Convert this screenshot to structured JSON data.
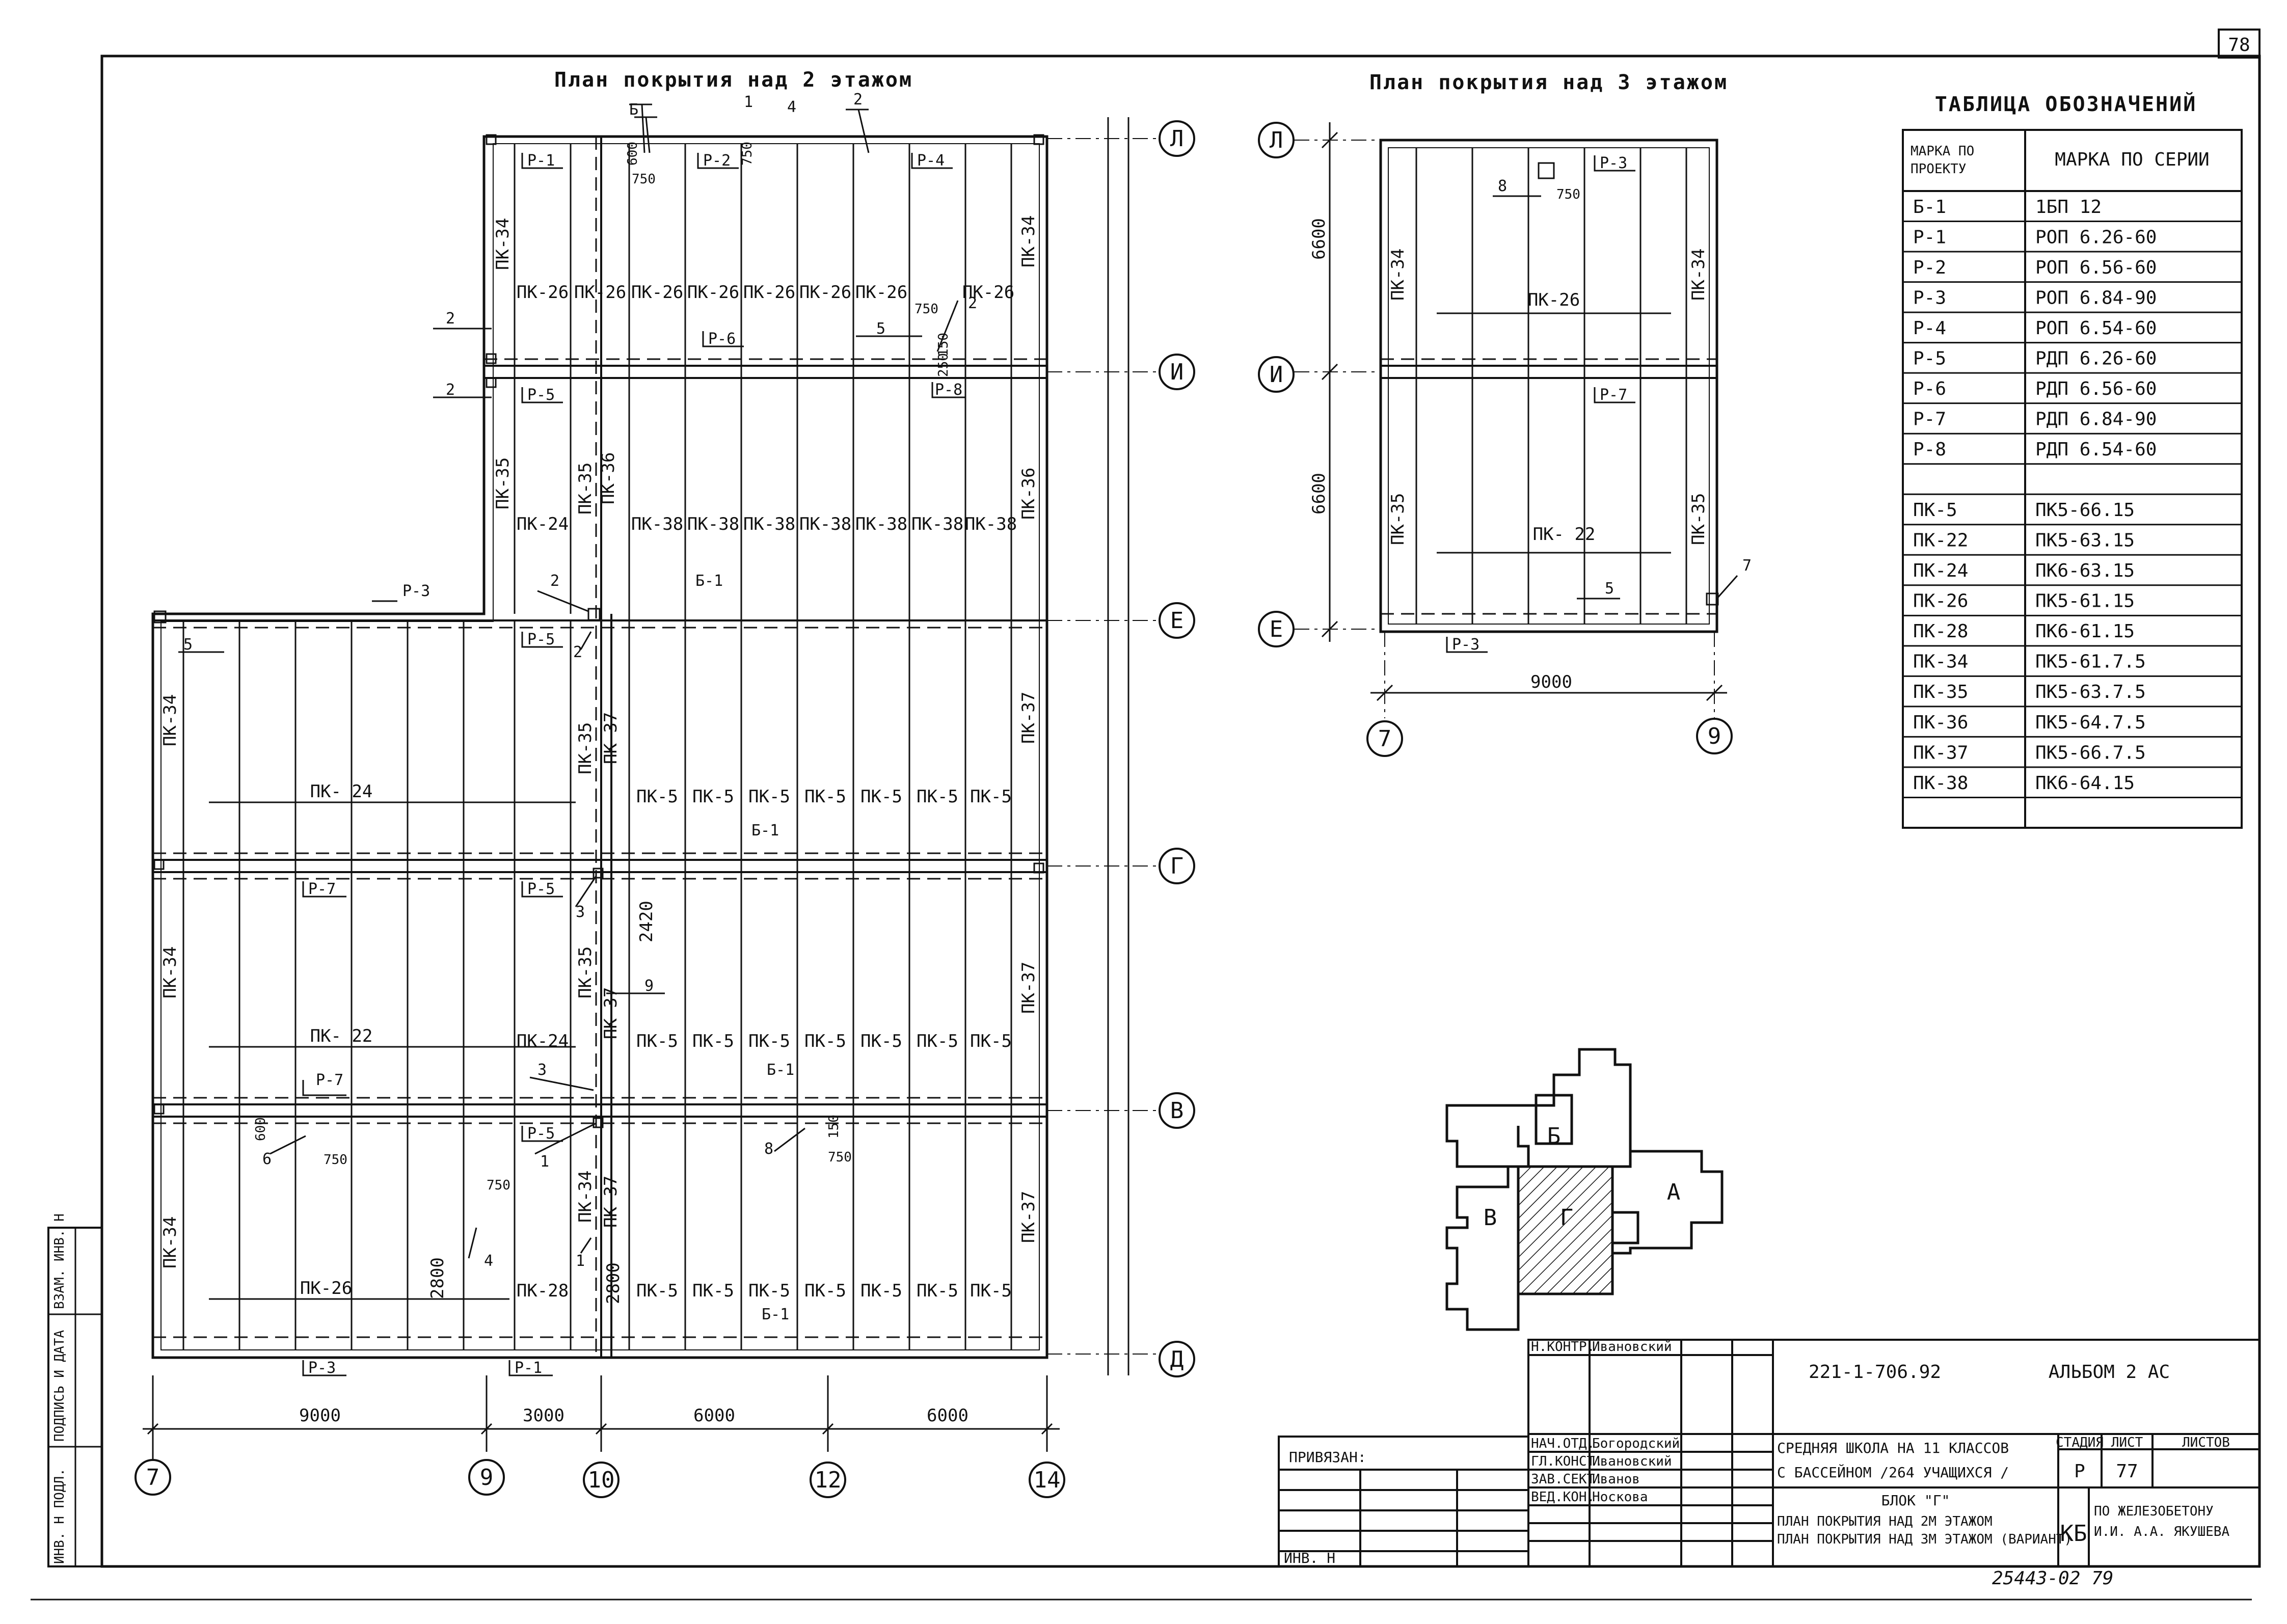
{
  "sheet": {
    "sheet_number": "78",
    "inventory_number": "25443-02 79",
    "side_stamp": [
      "ИНВ. Н ПОДЛ.",
      "ПОДПИСЬ И ДАТА",
      "ВЗАМ. ИНВ. Н"
    ]
  },
  "plan2": {
    "title": "План покрытия над 2 этажом",
    "panel_rows": [
      {
        "labels": [
          "ПК-26",
          "ПК-26",
          "ПК-26",
          "ПК-26",
          "ПК-26",
          "ПК-26",
          "ПК-26",
          "ПК-26"
        ]
      },
      {
        "labels": [
          "ПК-24",
          "ПК-38",
          "ПК-38",
          "ПК-38",
          "ПК-38",
          "ПК-38",
          "ПК-38",
          "ПК-38"
        ]
      },
      {
        "labels": [
          "ПК-5",
          "ПК-5",
          "ПК-5",
          "ПК-5",
          "ПК-5",
          "ПК-5",
          "ПК-5"
        ]
      },
      {
        "labels": [
          "ПК-24",
          "ПК-5",
          "ПК-5",
          "ПК-5",
          "ПК-5",
          "ПК-5",
          "ПК-5",
          "ПК-5"
        ]
      },
      {
        "labels": [
          "ПК-28",
          "ПК-5",
          "ПК-5",
          "ПК-5",
          "ПК-5",
          "ПК-5",
          "ПК-5",
          "ПК-5"
        ]
      }
    ],
    "span_labels": [
      "ПК- 24",
      "ПК- 22",
      "ПК-26"
    ],
    "edge_panels": [
      "ПК-34",
      "ПК-35",
      "ПК-36",
      "ПК-35",
      "ПК-37",
      "ПК-35",
      "ПК-37",
      "ПК-34",
      "ПК-37",
      "ПК-35",
      "ПК-34",
      "ПК-34",
      "ПК-36",
      "ПК-37",
      "ПК-37",
      "ПК-37"
    ],
    "beam_marks": [
      "Р-1",
      "Р-2",
      "Р-4",
      "Р-6",
      "Р-5",
      "Р-8",
      "Р-3",
      "Р-5",
      "Р-7",
      "Р-5",
      "Р-7",
      "Р-5",
      "Р-3",
      "Р-1",
      "Б-1",
      "Б-1",
      "Б-1",
      "Б-1"
    ],
    "callouts": [
      "Б",
      "1",
      "4",
      "2",
      "2",
      "2",
      "5",
      "2",
      "2",
      "5",
      "2",
      "3",
      "9",
      "3",
      "6",
      "1",
      "8",
      "1",
      "4"
    ],
    "dims_local": [
      "750",
      "750",
      "600",
      "750",
      "150",
      "250",
      "2420",
      "600",
      "750",
      "750",
      "150",
      "750",
      "2800",
      "2800"
    ],
    "axes_right": [
      "Л",
      "И",
      "Е",
      "Г",
      "В",
      "Д"
    ],
    "axes_bottom": [
      "7",
      "9",
      "10",
      "12",
      "14"
    ],
    "dims_bottom": [
      "9000",
      "3000",
      "6000",
      "6000"
    ]
  },
  "plan3": {
    "title": "План покрытия над 3 этажом",
    "panels": [
      "ПК-34",
      "ПК-34",
      "ПК-26",
      "ПК-35",
      "ПК-35",
      "ПК- 22"
    ],
    "beam_marks": [
      "Р-3",
      "Р-7",
      "Р-3"
    ],
    "callouts": [
      "8",
      "5",
      "7"
    ],
    "dims_local": [
      "750"
    ],
    "dims_vertical": [
      "6600",
      "6600"
    ],
    "dim_bottom": "9000",
    "axes_left": [
      "Л",
      "И",
      "Е"
    ],
    "axes_bottom": [
      "7",
      "9"
    ]
  },
  "legend": {
    "title": "ТАБЛИЦА ОБОЗНАЧЕНИЙ",
    "header": [
      "МАРКА ПО ПРОЕКТУ",
      "МАРКА ПО СЕРИИ"
    ],
    "rows": [
      [
        "Б-1",
        "1БП 12"
      ],
      [
        "Р-1",
        "РОП 6.26-60"
      ],
      [
        "Р-2",
        "РОП 6.56-60"
      ],
      [
        "Р-3",
        "РОП 6.84-90"
      ],
      [
        "Р-4",
        "РОП 6.54-60"
      ],
      [
        "Р-5",
        "РДП 6.26-60"
      ],
      [
        "Р-6",
        "РДП 6.56-60"
      ],
      [
        "Р-7",
        "РДП 6.84-90"
      ],
      [
        "Р-8",
        "РДП 6.54-60"
      ],
      [
        "",
        ""
      ],
      [
        "ПК-5",
        "ПК5-66.15"
      ],
      [
        "ПК-22",
        "ПК5-63.15"
      ],
      [
        "ПК-24",
        "ПК6-63.15"
      ],
      [
        "ПК-26",
        "ПК5-61.15"
      ],
      [
        "ПК-28",
        "ПК6-61.15"
      ],
      [
        "ПК-34",
        "ПК5-61.7.5"
      ],
      [
        "ПК-35",
        "ПК5-63.7.5"
      ],
      [
        "ПК-36",
        "ПК5-64.7.5"
      ],
      [
        "ПК-37",
        "ПК5-66.7.5"
      ],
      [
        "ПК-38",
        "ПК6-64.15"
      ],
      [
        "",
        ""
      ]
    ]
  },
  "key_plan": {
    "labels": [
      "Б",
      "В",
      "Г",
      "А"
    ]
  },
  "title_block": {
    "project_code": "221-1-706.92",
    "album": "АЛЬБОМ 2 АС",
    "linked_label": "ПРИВЯЗАН:",
    "inv_label": "ИНВ. Н",
    "roles": [
      {
        "role": "Н.КОНТР.",
        "name": "Ивановский"
      },
      {
        "role": "НАЧ.ОТД.",
        "name": "Богородский"
      },
      {
        "role": "ГЛ.КОНСТ.",
        "name": "Ивановский"
      },
      {
        "role": "ЗАВ.СЕКТ.",
        "name": "Иванов"
      },
      {
        "role": "ВЕД.КОН.",
        "name": "Носкова"
      }
    ],
    "object_line1": "СРЕДНЯЯ ШКОЛА НА 11 КЛАССОВ",
    "object_line2": "С БАССЕЙНОМ /264 УЧАЩИХСЯ /",
    "stage_header": [
      "СТАДИЯ",
      "ЛИСТ",
      "ЛИСТОВ"
    ],
    "stage_values": [
      "Р",
      "77",
      ""
    ],
    "block_name": "БЛОК \"Г\"",
    "sheet_line1": "ПЛАН ПОКРЫТИЯ НАД 2М ЭТАЖОМ",
    "sheet_line2": "ПЛАН ПОКРЫТИЯ НАД 3М ЭТАЖОМ (ВАРИАНТ)",
    "org_mark": "КБ",
    "org_line1": "ПО ЖЕЛЕЗОБЕТОНУ",
    "org_line2": "И.И. А.А. ЯКУШЕВА"
  }
}
